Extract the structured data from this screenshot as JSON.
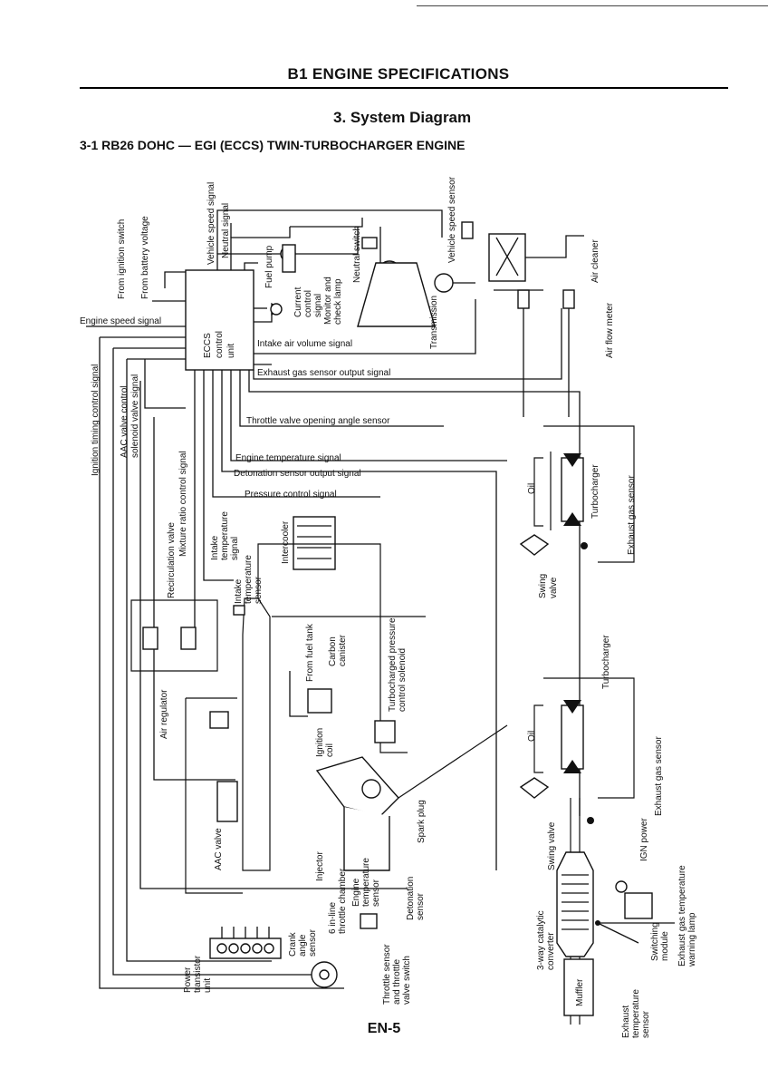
{
  "header": {
    "section_title": "B1 ENGINE SPECIFICATIONS",
    "diagram_heading": "3. System Diagram",
    "diagram_subheading": "3-1 RB26 DOHC — EGI (ECCS) TWIN-TURBOCHARGER ENGINE"
  },
  "diagram": {
    "ecu_label": [
      "ECCS",
      "control",
      "unit"
    ],
    "signals": {
      "vehicle_speed_signal": "Vehicle speed signal",
      "neutral_signal": "Neutral signal",
      "from_ignition_switch": "From ignition switch",
      "from_battery_voltage": "From battery voltage",
      "engine_speed_signal": "Engine speed signal",
      "ignition_timing_control_signal": "Ignition timing control signal",
      "aac_valve_control": "AAC valve control",
      "solenoid_valve_signal": "solenoid valve signal",
      "intake_air_volume_signal": "Intake air volume signal",
      "exhaust_gas_sensor_output_signal": "Exhaust gas sensor output signal",
      "throttle_valve_opening_angle_sensor": "Throttle valve opening angle sensor",
      "engine_temperature_signal": "Engine temperature signal",
      "detonation_sensor_output_signal": "Detonation sensor output signal",
      "pressure_control_signal": "Pressure control signal",
      "mixture_ratio_control_signal": "Mixture ratio control signal",
      "current_control_signal": [
        "Current",
        "control",
        "signal"
      ],
      "monitor_and_check_lamp": [
        "Monitor and",
        "check lamp"
      ]
    },
    "components": {
      "fuel_pump": "Fuel pump",
      "neutral_switch": "Neutral switch",
      "vehicle_speed_sensor": "Vehicle speed sensor",
      "transmission": "Transmission",
      "air_cleaner": "Air cleaner",
      "air_flow_meter": "Air flow meter",
      "turbocharger": "Turbocharger",
      "oil": "Oil",
      "exhaust_gas_sensor": "Exhaust gas sensor",
      "swing_valve": [
        "Swing",
        "valve"
      ],
      "swing_valve_lower": "Swing valve",
      "intercooler": "Intercooler",
      "intake_temperature_signal": [
        "Intake",
        "temperature",
        "signal"
      ],
      "intake_temperature_sensor": [
        "Intake",
        "temperature",
        "sensor"
      ],
      "recirculation_valve": "Recirculation valve",
      "from_fuel_tank": "From fuel tank",
      "carbon_canister": [
        "Carbon",
        "canister"
      ],
      "turbocharged_pressure_control_solenoid": [
        "Turbocharged pressure",
        "control solenoid"
      ],
      "air_regulator": "Air regulator",
      "ignition_coil": [
        "Ignition",
        "coil"
      ],
      "aac_valve": "AAC valve",
      "spark_plug": "Spark plug",
      "injector": "Injector",
      "in_line_throttle_chamber": [
        "6 in-line",
        "throttle chamber"
      ],
      "engine_temperature_sensor": [
        "Engine",
        "temperature",
        "sensor"
      ],
      "detonation_sensor": [
        "Detonation",
        "sensor"
      ],
      "throttle_sensor_and_switch": [
        "Throttle sensor",
        "and throttle",
        "valve switch"
      ],
      "crank_angle_sensor": [
        "Crank",
        "angle",
        "sensor"
      ],
      "power_transistor_unit": [
        "Power",
        "transistor",
        "unit"
      ],
      "three_way_catalytic_converter": [
        "3-way catalytic",
        "converter"
      ],
      "muffler": "Muffler",
      "exhaust_temperature_sensor": [
        "Exhaust",
        "temperature",
        "sensor"
      ],
      "switching_module": [
        "Switching",
        "module"
      ],
      "ign_power": "IGN power",
      "exhaust_gas_temperature_warning_lamp": [
        "Exhaust gas temperature",
        "warning lamp"
      ]
    }
  },
  "footer": {
    "page_number": "EN-5"
  }
}
